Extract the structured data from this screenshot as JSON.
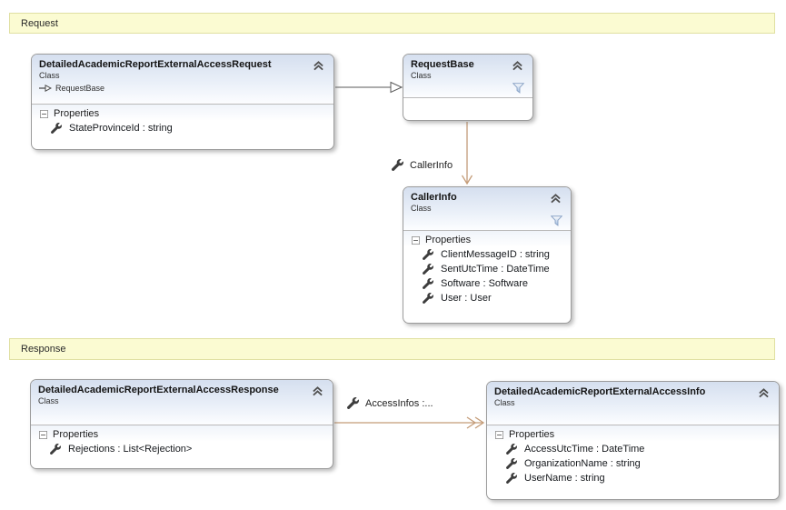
{
  "groups": {
    "request": {
      "label": "Request"
    },
    "response": {
      "label": "Response"
    }
  },
  "classes": [
    {
      "title": "DetailedAcademicReportExternalAccessRequest",
      "stereotype": "Class",
      "inherits_label": "RequestBase",
      "compartment": "Properties",
      "properties": [
        "StateProvinceId : string"
      ]
    },
    {
      "title": "RequestBase",
      "stereotype": "Class"
    },
    {
      "title": "CallerInfo",
      "stereotype": "Class",
      "compartment": "Properties",
      "properties": [
        "ClientMessageID : string",
        "SentUtcTime : DateTime",
        "Software : Software",
        "User : User"
      ]
    },
    {
      "title": "DetailedAcademicReportExternalAccessResponse",
      "stereotype": "Class",
      "compartment": "Properties",
      "properties": [
        "Rejections : List<Rejection>"
      ]
    },
    {
      "title": "DetailedAcademicReportExternalAccessInfo",
      "stereotype": "Class",
      "compartment": "Properties",
      "properties": [
        "AccessUtcTime : DateTime",
        "OrganizationName : string",
        "UserName : string"
      ]
    }
  ],
  "connectors": [
    {
      "type": "inheritance",
      "label": ""
    },
    {
      "type": "association",
      "label": "CallerInfo"
    },
    {
      "type": "association",
      "label": "AccessInfos :..."
    }
  ],
  "colors": {
    "group_fill": "#fbfbd2",
    "group_border": "#e0e0a2",
    "box_border": "#9b9b9b",
    "header_blue": "#d5dfef",
    "association_line": "#c49c78",
    "inheritance_line": "#595959"
  }
}
